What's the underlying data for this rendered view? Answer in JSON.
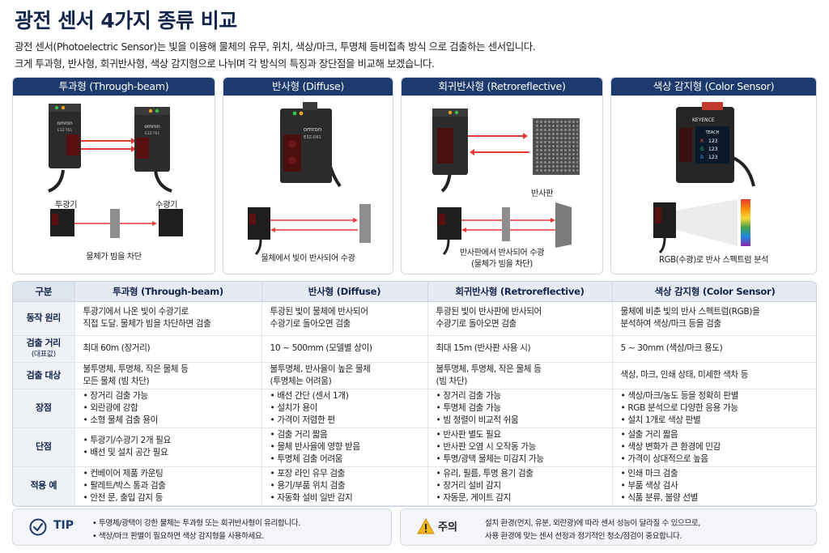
{
  "header": {
    "title": "광전 센서 4가지 종류 비교",
    "intro_line1": "광전 센서(Photoelectric Sensor)는 빛을 이용해 물체의 유무, 위치, 색상/마크, 투명체 등비접촉 방식 으로 검출하는 센서입니다.",
    "intro_line2": "크게 투과형, 반사형, 회귀반사형, 색상 감지형으로 나뉘며 각 방식의 특징과 장단점을 비교해 보겠습니다."
  },
  "cards": [
    {
      "title": "투과형 (Through-beam)",
      "brand": "omron",
      "model": "E3Z-T61",
      "emitter_label": "투광기",
      "receiver_label": "수광기",
      "caption": "물체가 빔을 차단"
    },
    {
      "title": "반사형 (Diffuse)",
      "brand": "omron",
      "model": "E3Z-D61",
      "caption": "물체에서 빛이 반사되어 수광"
    },
    {
      "title": "회귀반사형 (Retroreflective)",
      "reflector_label": "반사판",
      "caption_line1": "반사판에서 반사되어 수광",
      "caption_line2": "(물체가 빔을 차단)"
    },
    {
      "title": "색상 감지형 (Color Sensor)",
      "brand": "KEYENCE",
      "screen_title": "TEACH",
      "screen_rows": [
        {
          "ch": "R",
          "val": "123"
        },
        {
          "ch": "G",
          "val": "123"
        },
        {
          "ch": "B",
          "val": "123"
        }
      ],
      "caption": "RGB(수광)로 반사 스펙트럼 분석"
    }
  ],
  "table": {
    "headers": [
      "구분",
      "투과형 (Through-beam)",
      "반사형 (Diffuse)",
      "회귀반사형 (Retroreflective)",
      "색상 감지형 (Color Sensor)"
    ],
    "rows": [
      {
        "label": "동작 원리",
        "cells": [
          [
            "투광기에서 나온 빛이 수광기로",
            "직접 도달. 물체가 빔을 차단하면 검출"
          ],
          [
            "투광된 빛이 물체에 반사되어",
            "수광기로 돌아오면 검출"
          ],
          [
            "투광된 빛이 반사판에 반사되어",
            "수광기로 돌아오면 검출"
          ],
          [
            "물체에 비춘 빛의 반사 스펙트럼(RGB)을",
            "분석하여 색상/마크 등을 검출"
          ]
        ]
      },
      {
        "label": "검출 거리",
        "sublabel": "(대표값)",
        "cells": [
          [
            "최대 60m (장거리)"
          ],
          [
            "10 ~ 500mm (모델별 상이)"
          ],
          [
            "최대 15m (반사판 사용 시)"
          ],
          [
            "5 ~ 30mm (색상/마크 용도)"
          ]
        ]
      },
      {
        "label": "검출 대상",
        "cells": [
          [
            "불투명체, 투명체, 작은 물체 등",
            "모든 물체 (빔 차단)"
          ],
          [
            "불투명체, 반사율이 높은 물체",
            "(투명체는 어려움)"
          ],
          [
            "불투명체, 투명체, 작은 물체 등",
            "(빔 차단)"
          ],
          [
            "색상, 마크, 인쇄 상태, 미세한 색차 등"
          ]
        ]
      },
      {
        "label": "장점",
        "cells": [
          [
            "• 장거리 검출 가능",
            "• 외란광에 강함",
            "• 소형 물체 검출 용이"
          ],
          [
            "• 배선 간단 (센서 1개)",
            "• 설치가 용이",
            "• 가격이 저렴한 편"
          ],
          [
            "• 장거리 검출 가능",
            "• 투명체 검출 가능",
            "• 빔 정렬이 비교적 쉬움"
          ],
          [
            "• 색상/마크/농도 등을 정확히 판별",
            "• RGB 분석으로 다양한 응용 가능",
            "• 설치 1개로 색상 판별"
          ]
        ]
      },
      {
        "label": "단점",
        "cells": [
          [
            "• 투광기/수광기 2개 필요",
            "• 배선 및 설치 공간 필요"
          ],
          [
            "• 검출 거리 짧음",
            "• 물체 반사율에 영향 받음",
            "• 투명체 검출 어려움"
          ],
          [
            "• 반사판 별도 필요",
            "• 반사판 오염 시 오작동 가능",
            "• 투명/광택 물체는 미감지 가능"
          ],
          [
            "• 설출 거리 짧음",
            "• 색상 변화가 큰 환경에 민감",
            "• 가격이 상대적으로 높음"
          ]
        ]
      },
      {
        "label": "적용 예",
        "cells": [
          [
            "• 컨베이어 제품 카운팅",
            "• 팔레트/박스 통과 검출",
            "• 안전 문, 출입 감지 등"
          ],
          [
            "• 포장 라인 유무 검출",
            "• 용기/부품 위치 검출",
            "• 자동화 설비 일반 감지"
          ],
          [
            "• 유리, 필름, 투명 용기 검출",
            "• 장거리 설비 감지",
            "• 자동문, 게이트 감지"
          ],
          [
            "• 인쇄 마크 검출",
            "• 부품 색상 검사",
            "• 식품 분류, 불량 선별"
          ]
        ]
      }
    ]
  },
  "tip": {
    "title": "TIP",
    "line1": "• 투명체/광택이 강한 물체는 투과형 또는 회귀반사형이 유리합니다.",
    "line2": "• 색상/마크 판별이 필요하면 색상 감지형을 사용하세요."
  },
  "warning": {
    "title": "주의",
    "line1": "설치 환경(먼지, 유분, 외란광)에 따라 센서 성능이 달라질 수 있으므로,",
    "line2": "사용 환경에 맞는 센서 선정과 정기적인 청소/점검이 중요합니다."
  },
  "colors": {
    "navy": "#1d3a6e",
    "title": "#13254a",
    "beam_red": "#e53935",
    "sensor_body": "#2b2b2b",
    "led_green": "#35c24a",
    "led_orange": "#f0a020"
  }
}
